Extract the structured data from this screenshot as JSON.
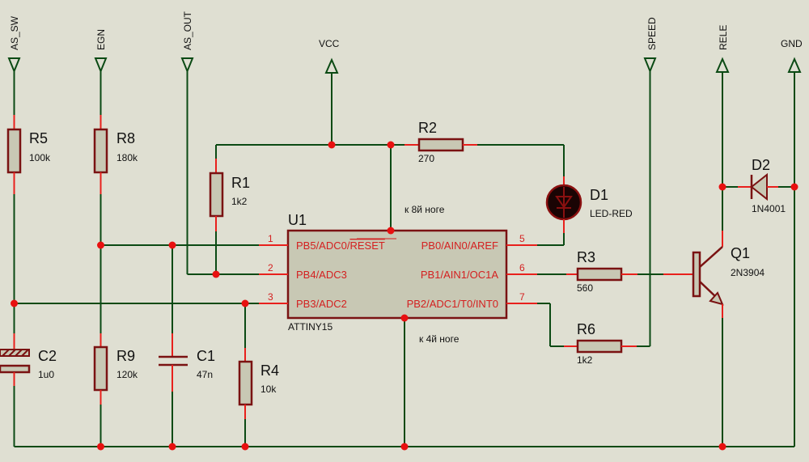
{
  "terminals": {
    "as_sw": "AS_SW",
    "egn": "EGN",
    "as_out": "AS_OUT",
    "vcc": "VCC",
    "speed": "SPEED",
    "rele": "RELE",
    "gnd": "GND"
  },
  "components": {
    "R5": {
      "ref": "R5",
      "value": "100k"
    },
    "R8": {
      "ref": "R8",
      "value": "180k"
    },
    "R1": {
      "ref": "R1",
      "value": "1k2"
    },
    "R2": {
      "ref": "R2",
      "value": "270"
    },
    "R3": {
      "ref": "R3",
      "value": "560"
    },
    "R6": {
      "ref": "R6",
      "value": "1k2"
    },
    "R9": {
      "ref": "R9",
      "value": "120k"
    },
    "R4": {
      "ref": "R4",
      "value": "10k"
    },
    "C1": {
      "ref": "C1",
      "value": "47n"
    },
    "C2": {
      "ref": "C2",
      "value": "1u0"
    },
    "D1": {
      "ref": "D1",
      "value": "LED-RED"
    },
    "D2": {
      "ref": "D2",
      "value": "1N4001"
    },
    "Q1": {
      "ref": "Q1",
      "value": "2N3904"
    },
    "U1": {
      "ref": "U1",
      "value": "ATTINY15",
      "pins_left": [
        {
          "num": "1",
          "name": "PB5/ADC0/",
          "name_overline": "RESET"
        },
        {
          "num": "2",
          "name": "PB4/ADC3"
        },
        {
          "num": "3",
          "name": "PB3/ADC2"
        }
      ],
      "pins_right": [
        {
          "num": "5",
          "name": "PB0/AIN0/AREF"
        },
        {
          "num": "6",
          "name": "PB1/AIN1/OC1A"
        },
        {
          "num": "7",
          "name": "PB2/ADC1/T0/INT0"
        }
      ]
    }
  },
  "notes": {
    "pin8": "к 8й ноге",
    "pin4": "к 4й ноге"
  }
}
